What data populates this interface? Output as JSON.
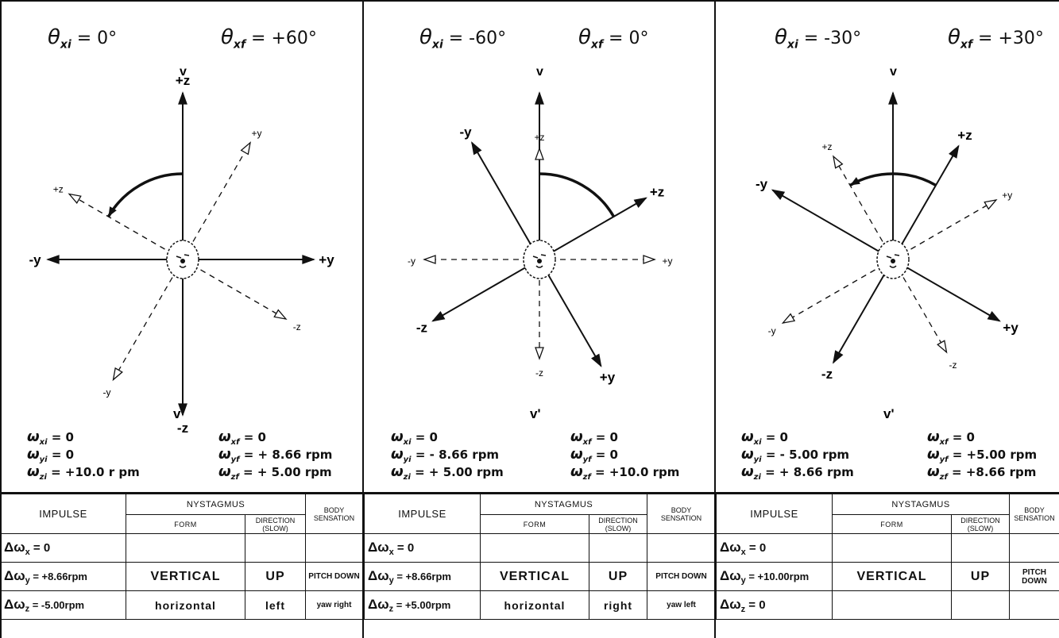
{
  "panels": [
    {
      "theta_i_label": "θ",
      "theta_i_sub": "xi",
      "theta_i_val": "= 0°",
      "theta_f_label": "θ",
      "theta_f_sub": "xf",
      "theta_f_val": "= +60°",
      "axis_top": "v",
      "axis_bottom": "v'",
      "axis_labels": {
        "pz": "+z",
        "nz": "-z",
        "py": "+y",
        "ny": "-y",
        "dpz": "+z",
        "dny": "-y",
        "dpy": "+y",
        "dnz": "-z"
      },
      "omega": {
        "wxi": "= 0",
        "wyi": "= 0",
        "wzi": "= +10.0 r pm",
        "wxf": "= 0",
        "wyf": "= + 8.66 rpm",
        "wzf": "= + 5.00 rpm"
      },
      "table": {
        "impulse": "IMPULSE",
        "nystagmus": "NYSTAGMUS",
        "form": "FORM",
        "direction": "DIRECTION (SLOW)",
        "body": "BODY",
        "sensation": "SENSATION",
        "rows": [
          {
            "impulse": "Δω",
            "sub": "x",
            "val": " = 0",
            "form": "",
            "dir": "",
            "sens": ""
          },
          {
            "impulse": "Δω",
            "sub": "y",
            "val": " = +8.66rpm",
            "form": "VERTICAL",
            "dir": "UP",
            "sens": "PITCH DOWN"
          },
          {
            "impulse": "Δω",
            "sub": "z",
            "val": " = -5.00rpm",
            "form": "horizontal",
            "dir": "left",
            "sens": "yaw right"
          }
        ]
      }
    },
    {
      "theta_i_label": "θ",
      "theta_i_sub": "xi",
      "theta_i_val": "= -60°",
      "theta_f_label": "θ",
      "theta_f_sub": "xf",
      "theta_f_val": "= 0°",
      "axis_top": "v",
      "axis_bottom": "v'",
      "axis_labels": {
        "pz": "+z",
        "nz": "-z",
        "py": "+y",
        "ny": "-y",
        "dpz": "+z",
        "dny": "-y",
        "dpy": "+y",
        "dnz": "-z"
      },
      "omega": {
        "wxi": "= 0",
        "wyi": "= - 8.66 rpm",
        "wzi": "= + 5.00 rpm",
        "wxf": "= 0",
        "wyf": "= 0",
        "wzf": "= +10.0 rpm"
      },
      "table": {
        "impulse": "IMPULSE",
        "nystagmus": "NYSTAGMUS",
        "form": "FORM",
        "direction": "DIRECTION (SLOW)",
        "body": "BODY",
        "sensation": "SENSATION",
        "rows": [
          {
            "impulse": "Δω",
            "sub": "x",
            "val": " = 0",
            "form": "",
            "dir": "",
            "sens": ""
          },
          {
            "impulse": "Δω",
            "sub": "y",
            "val": " = +8.66rpm",
            "form": "VERTICAL",
            "dir": "UP",
            "sens": "PITCH DOWN"
          },
          {
            "impulse": "Δω",
            "sub": "z",
            "val": " = +5.00rpm",
            "form": "horizontal",
            "dir": "right",
            "sens": "yaw left"
          }
        ]
      }
    },
    {
      "theta_i_label": "θ",
      "theta_i_sub": "xi",
      "theta_i_val": "= -30°",
      "theta_f_label": "θ",
      "theta_f_sub": "xf",
      "theta_f_val": "= +30°",
      "axis_top": "v",
      "axis_bottom": "v'",
      "axis_labels": {
        "pz": "+z",
        "nz": "-z",
        "py": "+y",
        "ny": "-y",
        "dpz": "+z",
        "dny": "-y",
        "dpy": "+y",
        "dnz": "-z"
      },
      "omega": {
        "wxi": "= 0",
        "wyi": "= - 5.00 rpm",
        "wzi": "= + 8.66 rpm",
        "wxf": "= 0",
        "wyf": "= +5.00 rpm",
        "wzf": "= +8.66 rpm"
      },
      "table": {
        "impulse": "IMPULSE",
        "nystagmus": "NYSTAGMUS",
        "form": "FORM",
        "direction": "DIRECTION (SLOW)",
        "body": "BODY",
        "sensation": "SENSATION",
        "rows": [
          {
            "impulse": "Δω",
            "sub": "x",
            "val": " = 0",
            "form": "",
            "dir": "",
            "sens": ""
          },
          {
            "impulse": "Δω",
            "sub": "y",
            "val": " = +10.00rpm",
            "form": "VERTICAL",
            "dir": "UP",
            "sens": "PITCH DOWN"
          },
          {
            "impulse": "Δω",
            "sub": "z",
            "val": " = 0",
            "form": "",
            "dir": "",
            "sens": ""
          }
        ]
      }
    }
  ]
}
